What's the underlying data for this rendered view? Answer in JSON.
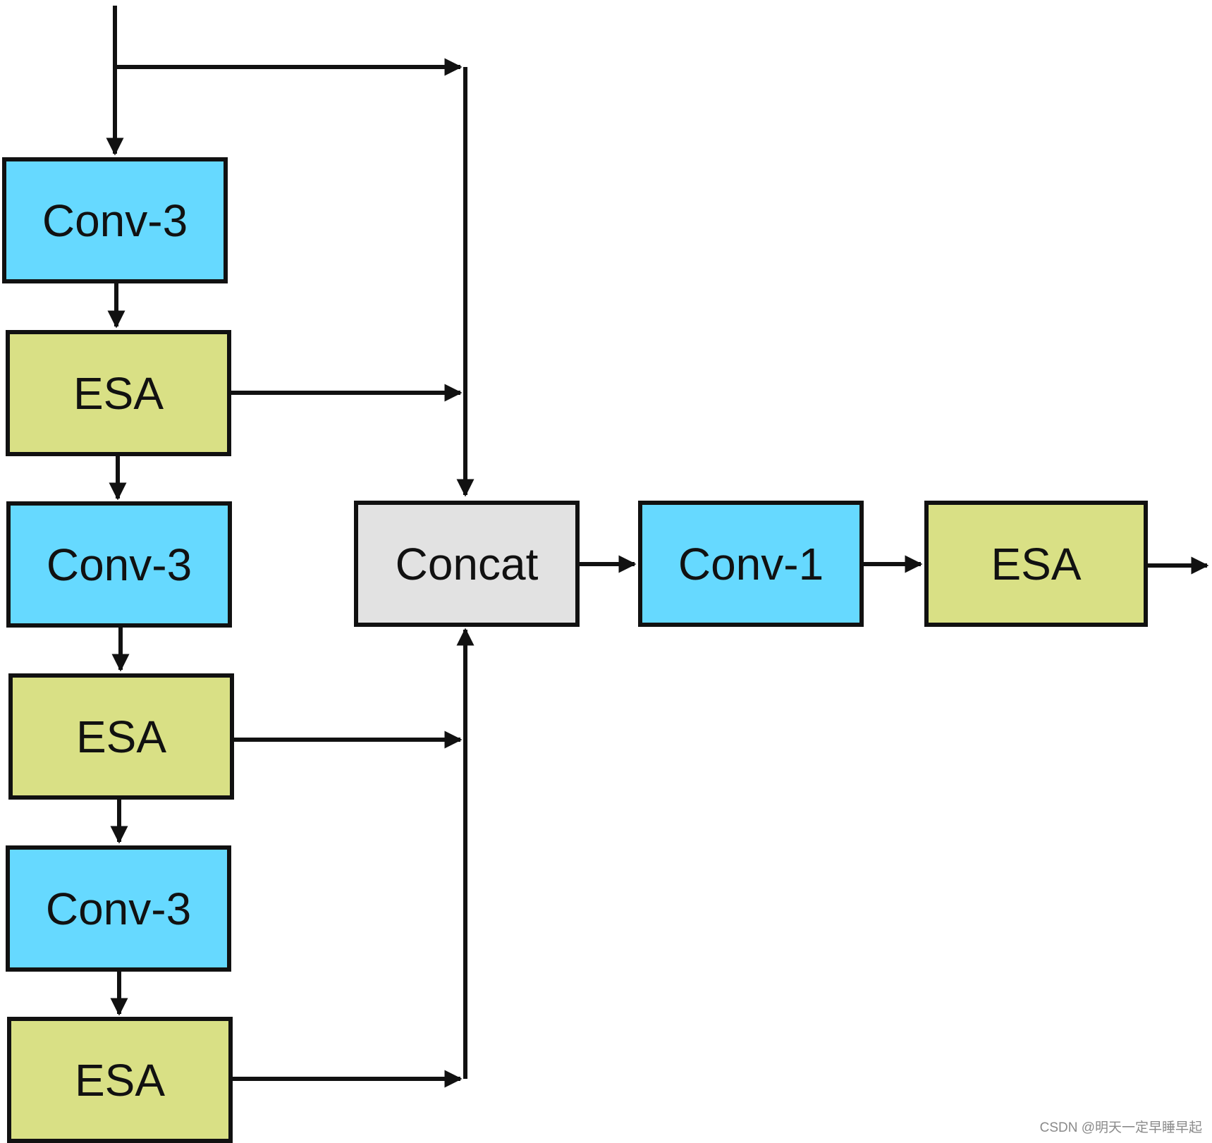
{
  "colors": {
    "conv": "#66d9ff",
    "esa": "#d9e085",
    "concat": "#e2e2e2",
    "line": "#111111"
  },
  "blocks": {
    "conv3_1": "Conv-3",
    "esa_1": "ESA",
    "conv3_2": "Conv-3",
    "esa_2": "ESA",
    "conv3_3": "Conv-3",
    "esa_3": "ESA",
    "concat": "Concat",
    "conv1": "Conv-1",
    "esa_out": "ESA"
  },
  "watermark": "CSDN @明天一定早睡早起"
}
